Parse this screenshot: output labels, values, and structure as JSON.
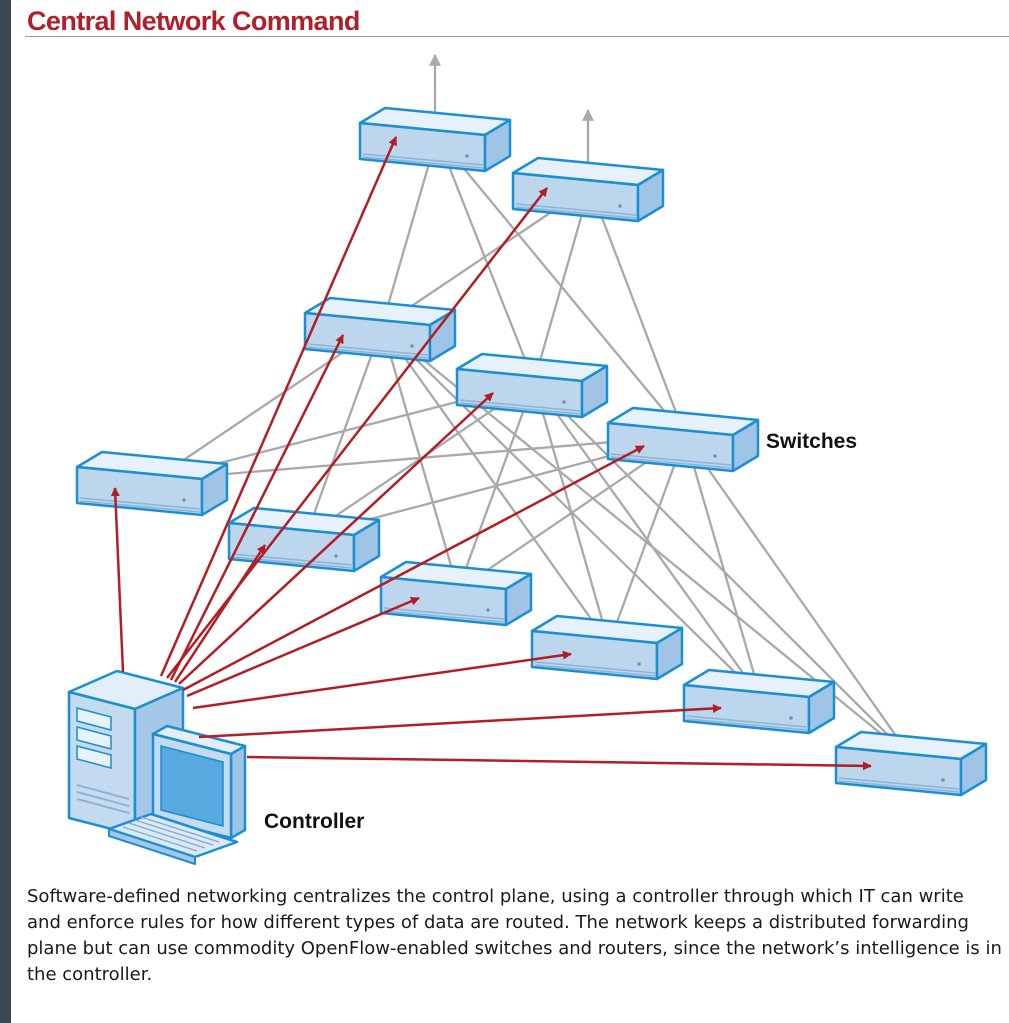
{
  "title": "Central Network Command",
  "labels": {
    "switches": "Switches",
    "controller": "Controller"
  },
  "caption": "Software-defined networking centralizes the control plane, using a controller through which IT can write and enforce rules for how different types of data are routed. The network keeps a distributed forwarding plane but can use commodity OpenFlow-enabled switches and routers, since the network’s intelligence is in the controller.",
  "colors": {
    "title": "#b0202a",
    "control_arrows": "#b21e24",
    "data_links": "#a9a9a9",
    "device_fill": "#d6e6f6",
    "device_stroke": "#1b8fd0"
  },
  "icons": [
    "switch-icon",
    "controller-computer-icon",
    "up-arrow-icon"
  ]
}
